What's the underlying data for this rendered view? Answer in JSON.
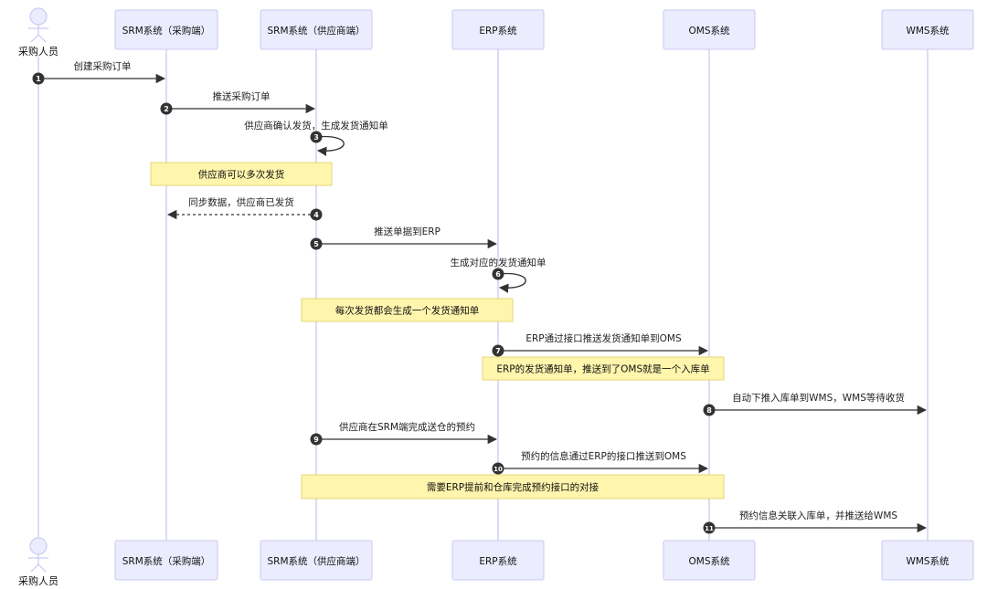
{
  "actors": [
    {
      "id": "buyer",
      "label": "采购人员",
      "type": "actor"
    },
    {
      "id": "srm_buy",
      "label": "SRM系统（采购端）",
      "type": "box"
    },
    {
      "id": "srm_sup",
      "label": "SRM系统（供应商端）",
      "type": "box"
    },
    {
      "id": "erp",
      "label": "ERP系统",
      "type": "box"
    },
    {
      "id": "oms",
      "label": "OMS系统",
      "type": "box"
    },
    {
      "id": "wms",
      "label": "WMS系统",
      "type": "box"
    }
  ],
  "messages": [
    {
      "num": "1",
      "from": "buyer",
      "to": "srm_buy",
      "text": "创建采购订单",
      "style": "solid"
    },
    {
      "num": "2",
      "from": "srm_buy",
      "to": "srm_sup",
      "text": "推送采购订单",
      "style": "solid"
    },
    {
      "num": "3",
      "from": "srm_sup",
      "to": "srm_sup",
      "text": "供应商确认发货，生成发货通知单",
      "style": "self"
    },
    {
      "num": "4",
      "from": "srm_sup",
      "to": "srm_buy",
      "text": "同步数据，供应商已发货",
      "style": "dashed"
    },
    {
      "num": "5",
      "from": "srm_sup",
      "to": "erp",
      "text": "推送单据到ERP",
      "style": "solid"
    },
    {
      "num": "6",
      "from": "erp",
      "to": "erp",
      "text": "生成对应的发货通知单",
      "style": "self"
    },
    {
      "num": "7",
      "from": "erp",
      "to": "oms",
      "text": "ERP通过接口推送发货通知单到OMS",
      "style": "solid"
    },
    {
      "num": "8",
      "from": "oms",
      "to": "wms",
      "text": "自动下推入库单到WMS，WMS等待收货",
      "style": "solid"
    },
    {
      "num": "9",
      "from": "srm_sup",
      "to": "erp",
      "text": "供应商在SRM端完成送仓的预约",
      "style": "solid"
    },
    {
      "num": "10",
      "from": "erp",
      "to": "oms",
      "text": "预约的信息通过ERP的接口推送到OMS",
      "style": "solid"
    },
    {
      "num": "11",
      "from": "oms",
      "to": "wms",
      "text": "预约信息关联入库单，并推送给WMS",
      "style": "solid"
    }
  ],
  "notes": [
    {
      "text": "供应商可以多次发货"
    },
    {
      "text": "每次发货都会生成一个发货通知单"
    },
    {
      "text": "ERP的发货通知单，推送到了OMS就是一个入库单"
    },
    {
      "text": "需要ERP提前和仓库完成预约接口的对接"
    }
  ],
  "colors": {
    "box_fill": "#ECECFF",
    "box_stroke": "#C9C9F0",
    "lifeline": "#D0D0EE",
    "note_fill": "#FFF5AD",
    "note_stroke": "#E6D57A",
    "arrow": "#333333",
    "badge": "#333333"
  }
}
